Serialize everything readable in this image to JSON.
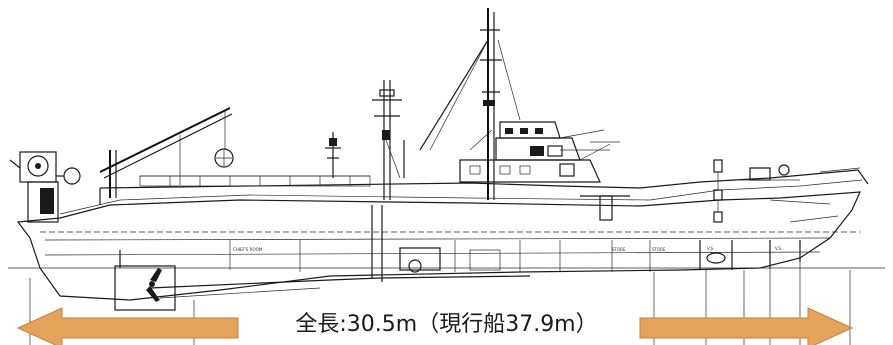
{
  "dimension": {
    "label": "全長:30.5m（現行船37.9m）",
    "arrow_color": "#e4a35a",
    "arrow_stroke": "#c8823a"
  },
  "drawing": {
    "rooms": [
      "CHIEF'S ROOM",
      "STORE",
      "STORE",
      "V.S.",
      "V.S."
    ]
  }
}
